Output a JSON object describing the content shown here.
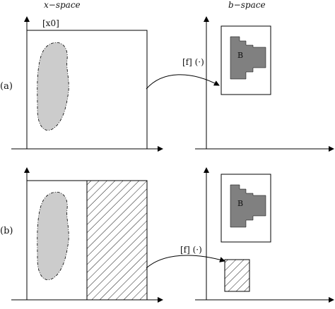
{
  "headers": {
    "x_space": "x−space",
    "b_space": "b−space"
  },
  "panel_a": {
    "label": "(a)",
    "box_label": "[x0]",
    "map_label": "[f] (·)",
    "set_label": "B"
  },
  "panel_b": {
    "label": "(b)",
    "map_label": "[f] (·)",
    "set_label": "B"
  },
  "colors": {
    "blob_fill": "#cccccc",
    "set_b_fill": "#808080",
    "line": "#000000",
    "hatch": "#000000"
  }
}
